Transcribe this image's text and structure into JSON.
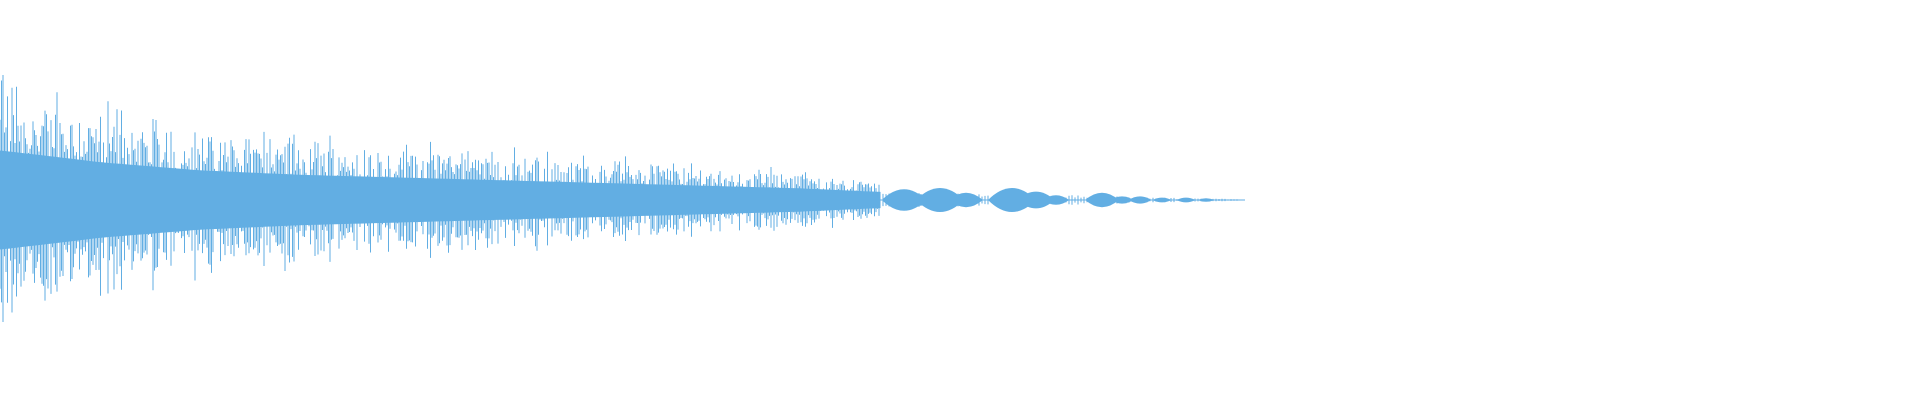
{
  "chart_data": {
    "type": "area",
    "description_kind": "audio-waveform",
    "color": "#62aee3",
    "background": "#ffffff",
    "x_range": [
      0,
      1920
    ],
    "y_range": [
      -1,
      1
    ],
    "envelope": {
      "x": [
        0,
        40,
        100,
        200,
        300,
        400,
        500,
        600,
        700,
        800,
        860,
        900,
        940,
        980,
        1020,
        1060,
        1100,
        1140,
        1180,
        1220,
        1245,
        1920
      ],
      "peak": [
        0.55,
        0.5,
        0.42,
        0.33,
        0.28,
        0.25,
        0.22,
        0.19,
        0.16,
        0.13,
        0.1,
        0.08,
        0.07,
        0.06,
        0.06,
        0.05,
        0.04,
        0.03,
        0.02,
        0.015,
        0.005,
        0
      ]
    },
    "bursts": [
      {
        "x": 904,
        "amp": 0.09
      },
      {
        "x": 918,
        "amp": 0.05
      },
      {
        "x": 940,
        "amp": 0.1
      },
      {
        "x": 966,
        "amp": 0.06
      },
      {
        "x": 1012,
        "amp": 0.1
      },
      {
        "x": 1036,
        "amp": 0.07
      },
      {
        "x": 1056,
        "amp": 0.04
      },
      {
        "x": 1102,
        "amp": 0.06
      },
      {
        "x": 1122,
        "amp": 0.03
      },
      {
        "x": 1140,
        "amp": 0.03
      },
      {
        "x": 1162,
        "amp": 0.02
      },
      {
        "x": 1186,
        "amp": 0.02
      },
      {
        "x": 1206,
        "amp": 0.015
      }
    ],
    "grid": false,
    "axes": false,
    "legend": "none"
  }
}
